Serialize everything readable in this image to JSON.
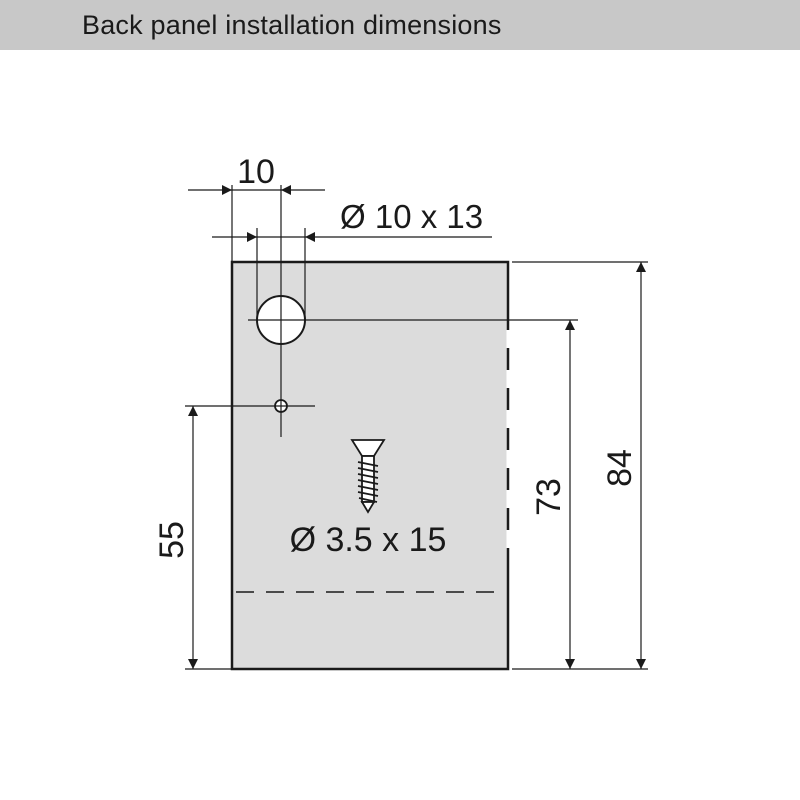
{
  "header": {
    "title": "Back panel installation dimensions"
  },
  "diagram": {
    "dimensions": {
      "hole_spacing": "10",
      "hole_diameter": "Ø 10 x 13",
      "screw_size": "Ø 3.5 x 15",
      "height_small_hole": "55",
      "height_large_hole": "73",
      "total_height": "84"
    },
    "colors": {
      "panel_fill": "#dcdcdc",
      "line": "#1a1a1a",
      "header_bg": "#c8c8c8"
    }
  }
}
